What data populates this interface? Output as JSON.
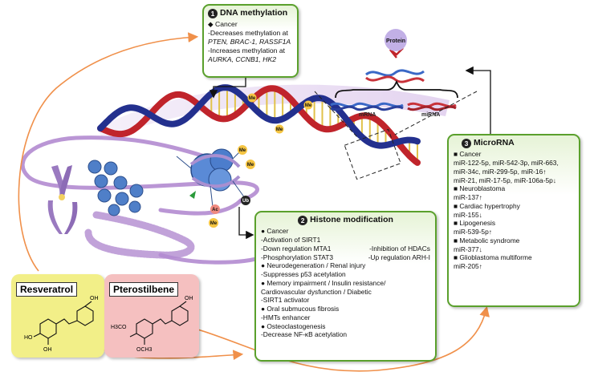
{
  "dna_methylation": {
    "number": "1",
    "title": "DNA methylation",
    "lines": [
      "◆ Cancer",
      "-Decreases methylation at",
      "PTEN, BRAC-1, RASSF1A",
      "-Increases methylation at",
      "AURKA, CCNB1, HK2"
    ]
  },
  "histone": {
    "number": "2",
    "title": "Histone modification",
    "l1": "●  Cancer",
    "l2": "-Activation of SIRT1",
    "l3a": "-Down regulation MTA1",
    "l3b": "-Inhibition of HDACs",
    "l4a": "-Phosphorylation STAT3",
    "l4b": "-Up regulation ARH-I",
    "rest": [
      "●  Neurodegeneration / Renal injury",
      "-Suppresses p53 acetylation",
      "●  Memory impairment / Insulin resistance/",
      "Cardiovascular dysfunction / Diabetic",
      "-SIRT1 activator",
      "●  Oral submucous fibrosis",
      "-HMTs enhancer",
      "●  Osteoclastogenesis",
      "-Decrease NF-κB acetylation"
    ]
  },
  "microrna": {
    "number": "3",
    "title": "MicroRNA",
    "lines": [
      "■  Cancer",
      "miR-122-5p, miR-542-3p, miR-663,",
      "miR-34c, miR-299-5p, miR-16↑",
      "miR-21, miR-17-5p, miR-106a-5p↓",
      "■  Neuroblastoma",
      "miR-137↑",
      "■  Cardiac hypertrophy",
      "miR-155↓",
      "■  Lipogenesis",
      "miR-539-5p↑",
      "■  Metabolic syndrome",
      "miR-377↓",
      "■  Glioblastoma multiforme",
      "miR-205↑"
    ]
  },
  "compounds": {
    "resveratrol": "Resveratrol",
    "pterostilbene": "Pterostilbene",
    "oh": "OH",
    "ho": "HO",
    "h3co": "H3CO",
    "och3": "OCH3"
  },
  "labels": {
    "protein": "Protein",
    "mrna": "mRNA",
    "mirna": "miRNA",
    "me": "Me",
    "ac": "Ac",
    "ub": "Ub"
  },
  "colors": {
    "box_border": "#5aa02c",
    "arrow": "#f0904a",
    "dna_blue": "#23308e",
    "dna_red": "#c0242b",
    "chromatin": "#b28bd0",
    "resveratrol_bg": "#f2ef88",
    "pterostilbene_bg": "#f5c0c0"
  }
}
